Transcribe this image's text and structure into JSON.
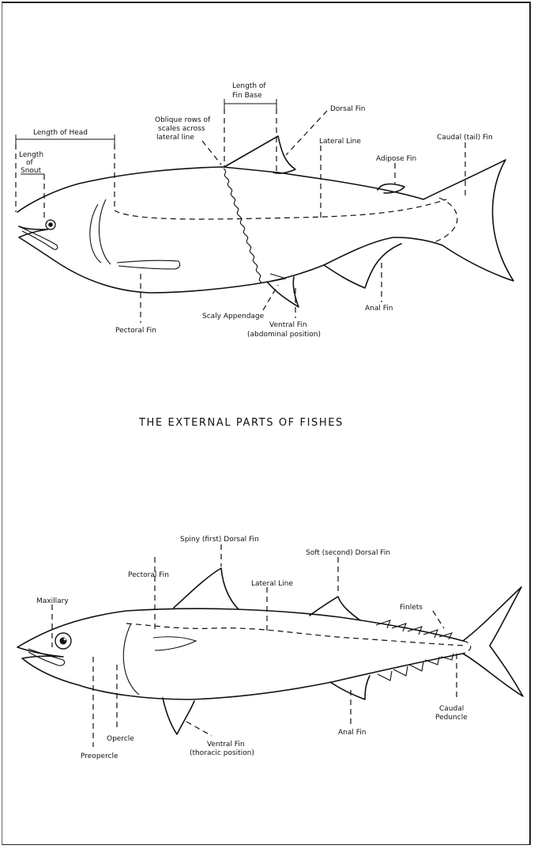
{
  "title": "THE EXTERNAL PARTS OF FISHES",
  "salmon": {
    "length_of_head": "Length of Head",
    "length_of_snout": [
      "Length",
      "of",
      "Snout"
    ],
    "length_of_fin_base": [
      "Length of",
      "Fin Base"
    ],
    "oblique_rows": [
      "Oblique rows of",
      "scales across",
      "lateral line"
    ],
    "dorsal_fin": "Dorsal Fin",
    "lateral_line": "Lateral Line",
    "caudal_fin": "Caudal (tail) Fin",
    "adipose_fin": "Adipose Fin",
    "anal_fin": "Anal Fin",
    "pectoral_fin": "Pectoral Fin",
    "scaly_appendage": "Scaly Appendage",
    "ventral_fin": [
      "Ventral Fin",
      "(abdominal position)"
    ]
  },
  "mackerel": {
    "spiny_dorsal_fin": "Spiny (first) Dorsal Fin",
    "soft_dorsal_fin": "Soft (second) Dorsal Fin",
    "pectoral_fin": "Pectoral Fin",
    "lateral_line": "Lateral Line",
    "maxillary": "Maxillary",
    "finlets": "Finlets",
    "opercle": "Opercle",
    "preopercle": "Preopercle",
    "ventral_fin": [
      "Ventral Fin",
      "(thoracic position)"
    ],
    "anal_fin": "Anal Fin",
    "caudal_peduncle": [
      "Caudal",
      "Peduncle"
    ]
  }
}
